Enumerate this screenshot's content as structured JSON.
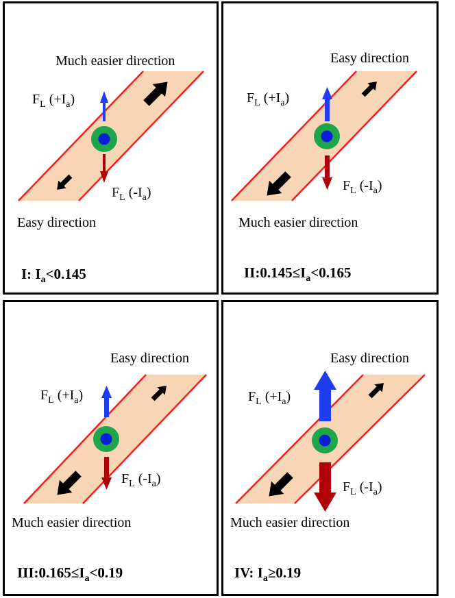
{
  "panels": [
    {
      "id": "I",
      "top_label": "Much easier direction",
      "bottom_label": "Easy direction",
      "force_plus": {
        "F": "F",
        "sub": "L",
        "open": " (+I",
        "sub2": "a",
        "close": ")"
      },
      "force_minus": {
        "F": "F",
        "sub": "L",
        "open": " (-I",
        "sub2": "a",
        "close": ")"
      },
      "condition": {
        "pre": "I: I",
        "sub": "a",
        "post": "<0.145"
      }
    },
    {
      "id": "II",
      "top_label": "Easy direction",
      "bottom_label": "Much easier direction",
      "force_plus": {
        "F": "F",
        "sub": "L",
        "open": " (+I",
        "sub2": "a",
        "close": ")"
      },
      "force_minus": {
        "F": "F",
        "sub": "L",
        "open": " (-I",
        "sub2": "a",
        "close": ")"
      },
      "condition": {
        "pre": "II:0.145≤I",
        "sub": "a",
        "post": "<0.165"
      }
    },
    {
      "id": "III",
      "top_label": "Easy direction",
      "bottom_label": "Much easier direction",
      "force_plus": {
        "F": "F",
        "sub": "L",
        "open": " (+I",
        "sub2": "a",
        "close": ")"
      },
      "force_minus": {
        "F": "F",
        "sub": "L",
        "open": " (-I",
        "sub2": "a",
        "close": ")"
      },
      "condition": {
        "pre": "III:0.165≤I",
        "sub": "a",
        "post": "<0.19"
      }
    },
    {
      "id": "IV",
      "top_label": "Easy direction",
      "bottom_label": "Much easier direction",
      "force_plus": {
        "F": "F",
        "sub": "L",
        "open": " (+I",
        "sub2": "a",
        "close": ")"
      },
      "force_minus": {
        "F": "F",
        "sub": "L",
        "open": " (-I",
        "sub2": "a",
        "close": ")"
      },
      "condition": {
        "pre": "IV: I",
        "sub": "a",
        "post": "≥0.19"
      }
    }
  ],
  "colors": {
    "channel_fill": "#f8d5b5",
    "channel_edge": "#ff1a1a",
    "ring": "#1fa54a",
    "core": "#0a1fd8",
    "arrow_up": "#1f3cf0",
    "arrow_down": "#b0000a",
    "arrow_black": "#000000"
  }
}
